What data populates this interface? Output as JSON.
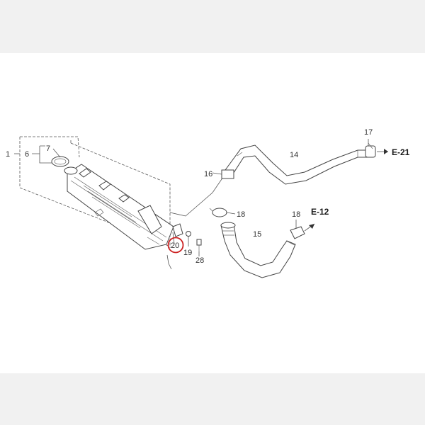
{
  "diagram": {
    "callouts": {
      "p1": "1",
      "p6": "6",
      "p7": "7",
      "p14": "14",
      "p15": "15",
      "p16": "16",
      "p17": "17",
      "p18a": "18",
      "p18b": "18",
      "p19": "19",
      "p20": "20",
      "p28": "28"
    },
    "references": {
      "e21": "E-21",
      "e12": "E-12"
    },
    "highlight_color": "#cc2222",
    "line_color": "#555555"
  }
}
